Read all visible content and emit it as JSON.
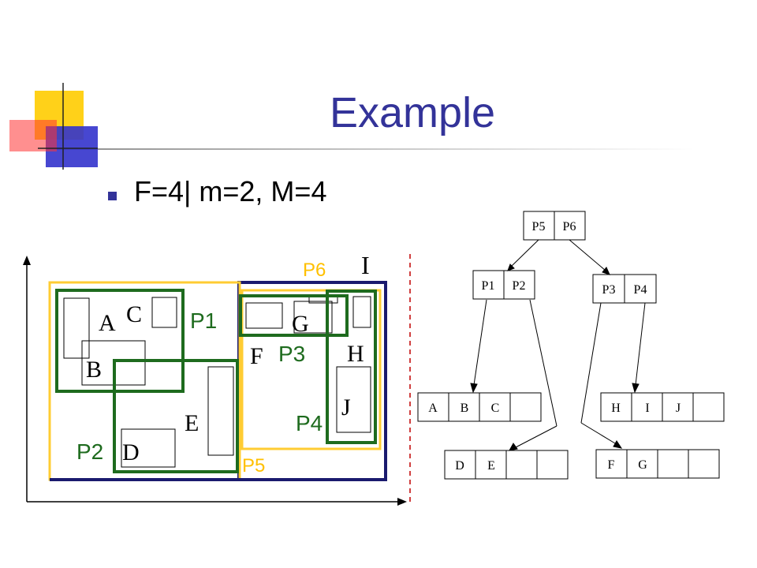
{
  "slide": {
    "title": "Example",
    "bullet": "F=4| m=2, M=4"
  },
  "colors": {
    "title": "#333399",
    "node_green": "#1e6b1e",
    "node_yellow": "#ffcc33",
    "node_navy": "#1a1a6e",
    "yellow_label": "#ffc000"
  },
  "spatial": {
    "objects": [
      "A",
      "B",
      "C",
      "D",
      "E",
      "F",
      "G",
      "H",
      "I",
      "J"
    ],
    "regions": [
      "P1",
      "P2",
      "P3",
      "P4",
      "P5",
      "P6"
    ]
  },
  "tree": {
    "root": [
      "P5",
      "P6"
    ],
    "level1_left": [
      "P1",
      "P2"
    ],
    "level1_right": [
      "P3",
      "P4"
    ],
    "leaf_abc": [
      "A",
      "B",
      "C",
      ""
    ],
    "leaf_hij": [
      "H",
      "I",
      "J",
      ""
    ],
    "leaf_de": [
      "D",
      "E",
      "",
      ""
    ],
    "leaf_fg": [
      "F",
      "G",
      "",
      ""
    ]
  }
}
